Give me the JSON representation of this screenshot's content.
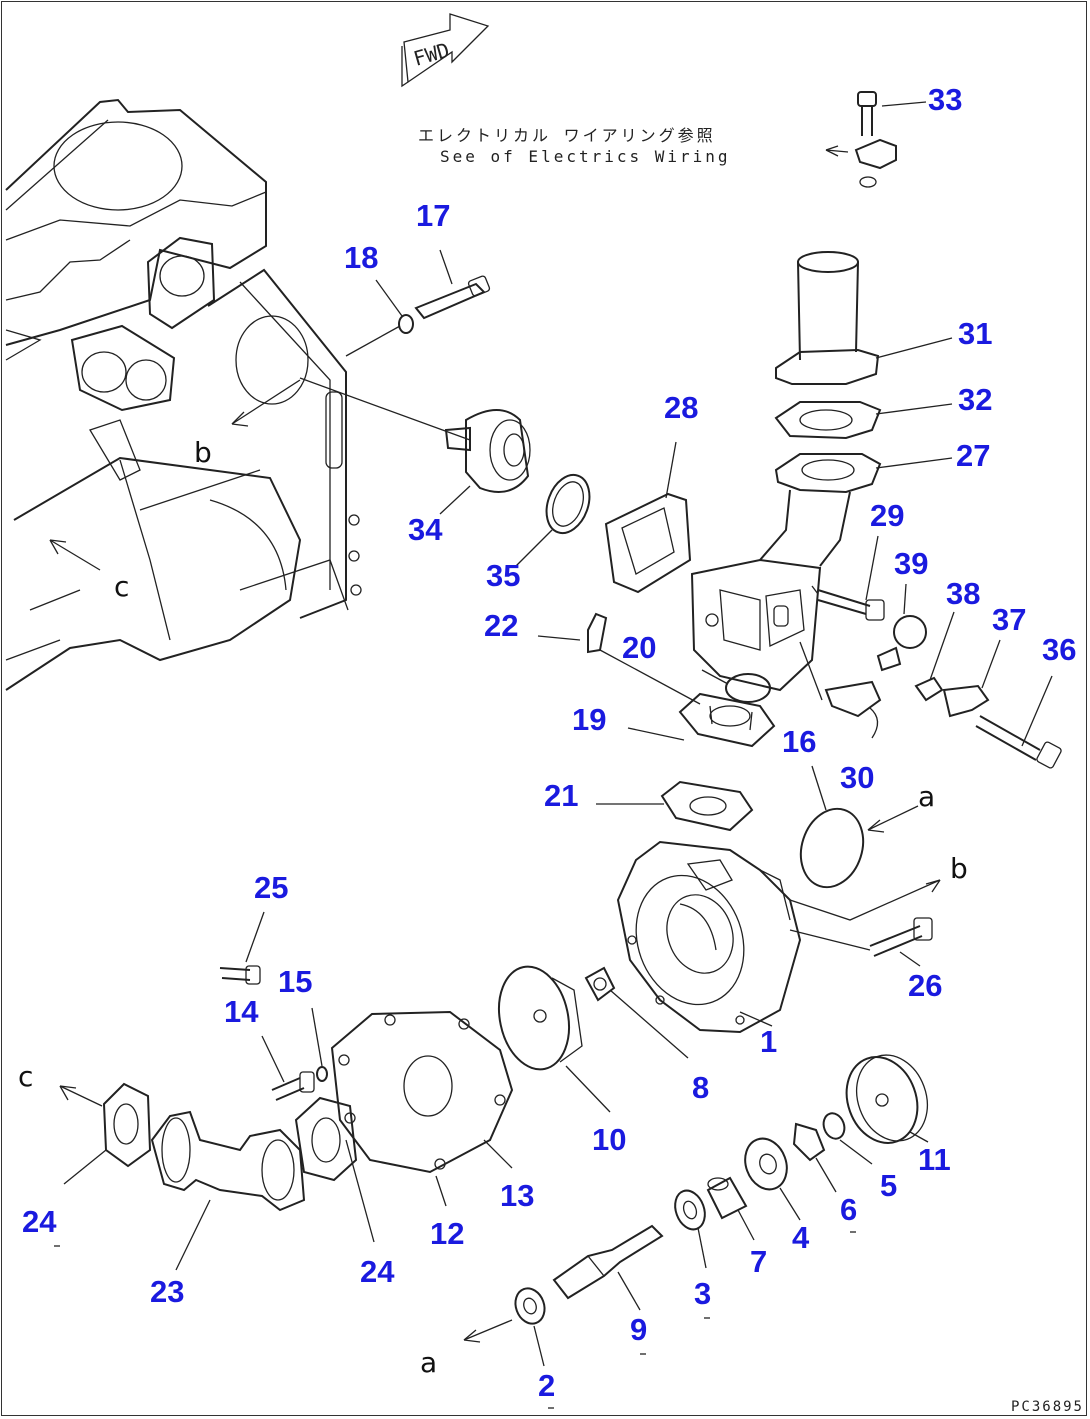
{
  "orientation_badge": {
    "label": "FWD"
  },
  "notes": {
    "japanese": "エレクトリカル ワイアリング参照",
    "english": "See of Electrics Wiring"
  },
  "drawing_code": "PC36895",
  "callouts": [
    {
      "id": "1",
      "label": "1"
    },
    {
      "id": "2",
      "label": "2"
    },
    {
      "id": "3",
      "label": "3"
    },
    {
      "id": "4",
      "label": "4"
    },
    {
      "id": "5",
      "label": "5"
    },
    {
      "id": "6",
      "label": "6"
    },
    {
      "id": "7",
      "label": "7"
    },
    {
      "id": "8",
      "label": "8"
    },
    {
      "id": "9",
      "label": "9"
    },
    {
      "id": "10",
      "label": "10"
    },
    {
      "id": "11",
      "label": "11"
    },
    {
      "id": "12",
      "label": "12"
    },
    {
      "id": "13",
      "label": "13"
    },
    {
      "id": "14",
      "label": "14"
    },
    {
      "id": "15",
      "label": "15"
    },
    {
      "id": "16",
      "label": "16"
    },
    {
      "id": "17",
      "label": "17"
    },
    {
      "id": "18",
      "label": "18"
    },
    {
      "id": "19",
      "label": "19"
    },
    {
      "id": "20",
      "label": "20"
    },
    {
      "id": "21",
      "label": "21"
    },
    {
      "id": "22",
      "label": "22"
    },
    {
      "id": "23",
      "label": "23"
    },
    {
      "id": "24a",
      "label": "24"
    },
    {
      "id": "24b",
      "label": "24"
    },
    {
      "id": "25",
      "label": "25"
    },
    {
      "id": "26",
      "label": "26"
    },
    {
      "id": "27",
      "label": "27"
    },
    {
      "id": "28",
      "label": "28"
    },
    {
      "id": "29",
      "label": "29"
    },
    {
      "id": "30",
      "label": "30"
    },
    {
      "id": "31",
      "label": "31"
    },
    {
      "id": "32",
      "label": "32"
    },
    {
      "id": "33",
      "label": "33"
    },
    {
      "id": "34",
      "label": "34"
    },
    {
      "id": "35",
      "label": "35"
    },
    {
      "id": "36",
      "label": "36"
    },
    {
      "id": "37",
      "label": "37"
    },
    {
      "id": "38",
      "label": "38"
    },
    {
      "id": "39",
      "label": "39"
    }
  ],
  "connection_letters": [
    {
      "id": "a-top",
      "label": "a"
    },
    {
      "id": "a-bottom",
      "label": "a"
    },
    {
      "id": "b-left",
      "label": "b"
    },
    {
      "id": "b-right",
      "label": "b"
    },
    {
      "id": "c-top",
      "label": "c"
    },
    {
      "id": "c-bottom",
      "label": "c"
    }
  ],
  "colors": {
    "callout": "#1a1adf",
    "linework": "#222222",
    "background": "#ffffff"
  }
}
